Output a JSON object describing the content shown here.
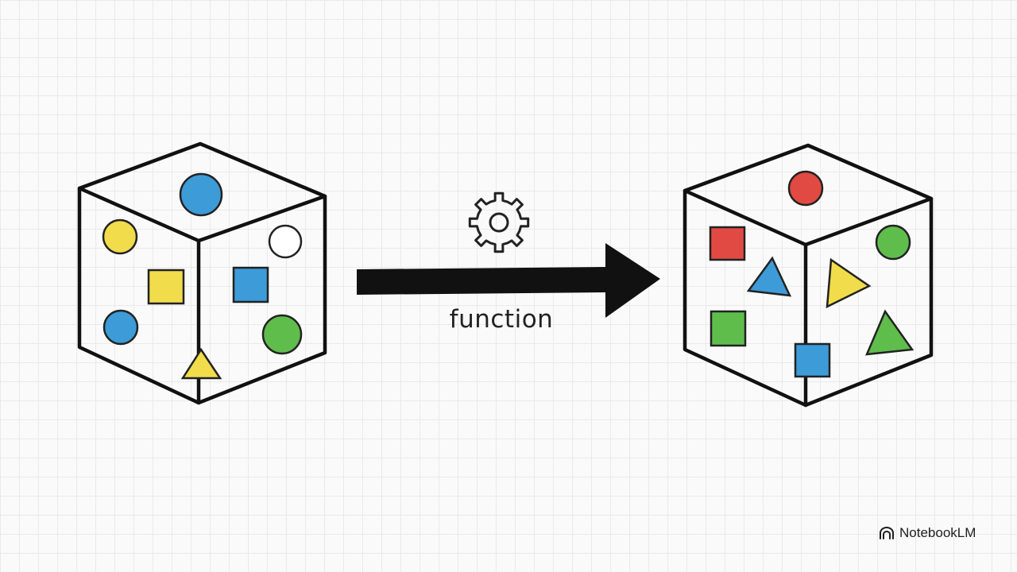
{
  "colors": {
    "ink": "#111111",
    "blue": "#3d9bd8",
    "yellow": "#f1dc4c",
    "green": "#5fbd4c",
    "red": "#e04a43",
    "grid": "#eaeaea",
    "background": "#fafafa"
  },
  "diagram": {
    "arrow_label": "function",
    "process_icon": "gear-icon",
    "input_cube": {
      "shapes": [
        {
          "kind": "circle",
          "color": "blue",
          "face": "top"
        },
        {
          "kind": "circle",
          "color": "yellow",
          "face": "left"
        },
        {
          "kind": "square",
          "color": "yellow",
          "face": "left"
        },
        {
          "kind": "circle",
          "color": "blue",
          "face": "left"
        },
        {
          "kind": "triangle",
          "color": "yellow",
          "face": "front-edge"
        },
        {
          "kind": "circle",
          "color": "none",
          "face": "right"
        },
        {
          "kind": "square",
          "color": "blue",
          "face": "right"
        },
        {
          "kind": "circle",
          "color": "green",
          "face": "right"
        }
      ]
    },
    "output_cube": {
      "shapes": [
        {
          "kind": "circle",
          "color": "red",
          "face": "top"
        },
        {
          "kind": "square",
          "color": "red",
          "face": "left"
        },
        {
          "kind": "triangle",
          "color": "blue",
          "face": "left"
        },
        {
          "kind": "square",
          "color": "green",
          "face": "left"
        },
        {
          "kind": "circle",
          "color": "green",
          "face": "right"
        },
        {
          "kind": "triangle",
          "color": "yellow",
          "face": "right"
        },
        {
          "kind": "triangle",
          "color": "green",
          "face": "right"
        },
        {
          "kind": "square",
          "color": "blue",
          "face": "front-edge"
        }
      ]
    }
  },
  "brand": {
    "name": "NotebookLM",
    "icon": "notebooklm-logo-icon"
  }
}
